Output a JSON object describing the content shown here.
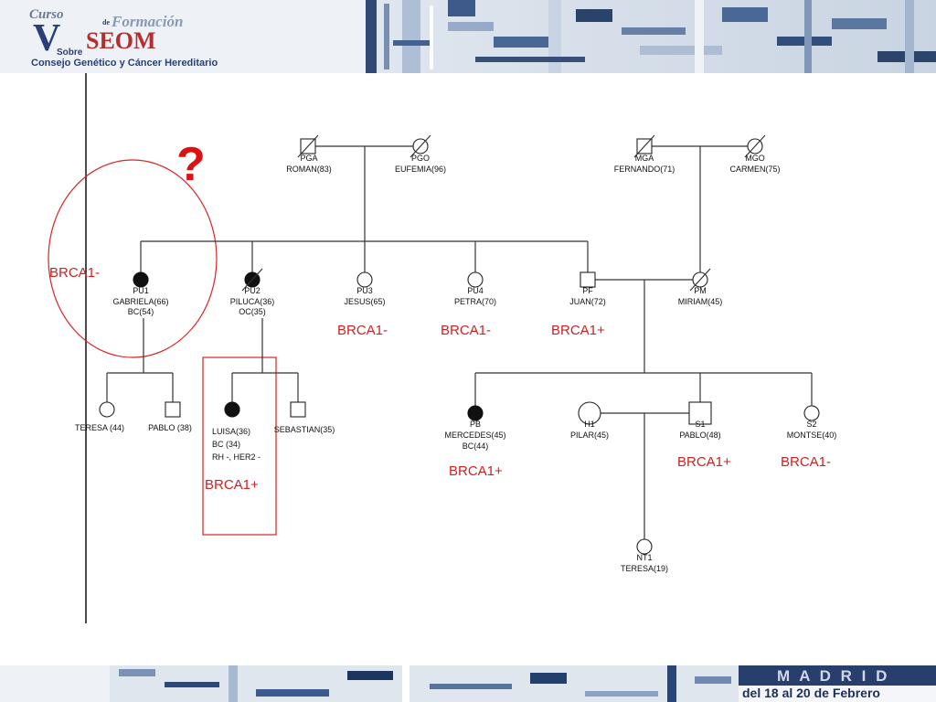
{
  "header": {
    "logo_line1": "Curso",
    "logo_line2_small": "de",
    "logo_line2": "Formación",
    "logo_v": "V",
    "logo_brand": "SEOM",
    "logo_sobre": "Sobre",
    "logo_subtitle": "Consejo Genético y Cáncer Hereditario"
  },
  "question_mark": "?",
  "pedigree": {
    "pga": {
      "code": "PGA",
      "name": "ROMAN(83)"
    },
    "pgo": {
      "code": "PGO",
      "name": "EUFEMIA(96)"
    },
    "mga": {
      "code": "MGA",
      "name": "FERNANDO(71)"
    },
    "mgo": {
      "code": "MGO",
      "name": "CARMEN(75)"
    },
    "pu1": {
      "code": "PU1",
      "name": "GABRIELA(66)",
      "info": "BC(54)",
      "result": "BRCA1-"
    },
    "pu2": {
      "code": "PU2",
      "name": "PILUCA(36)",
      "info": "OC(35)"
    },
    "pu3": {
      "code": "PU3",
      "name": "JESUS(65)",
      "result": "BRCA1-"
    },
    "pu4": {
      "code": "PU4",
      "name": "PETRA(70)",
      "result": "BRCA1-"
    },
    "pf": {
      "code": "PF",
      "name": "JUAN(72)",
      "result": "BRCA1+"
    },
    "pm": {
      "code": "PM",
      "name": "MIRIAM(45)"
    },
    "teresa44": {
      "name": "TERESA (44)"
    },
    "pablo38": {
      "name": "PABLO (38)"
    },
    "luisa": {
      "name": "LUISA(36)",
      "info1": "BC (34)",
      "info2": "RH -, HER2 -",
      "result": "BRCA1+"
    },
    "sebastian": {
      "name": "SEBASTIAN(35)"
    },
    "pb": {
      "code": "PB",
      "name": "MERCEDES(45)",
      "info": "BC(44)",
      "result": "BRCA1+"
    },
    "pilar": {
      "code": "H1",
      "name": "PILAR(45)"
    },
    "pablo48": {
      "code": "S1",
      "name": "PABLO(48)",
      "result": "BRCA1+"
    },
    "montse": {
      "code": "S2",
      "name": "MONTSE(40)",
      "result": "BRCA1-"
    },
    "teresa19": {
      "code": "NT1",
      "name": "TERESA(19)"
    }
  },
  "footer": {
    "city": "M A D R I D",
    "dates": "del 18 al 20 de Febrero"
  },
  "colors": {
    "result_red": "#cc2222",
    "header_blue": "#2a3f7a",
    "logo_red": "#b03030"
  }
}
